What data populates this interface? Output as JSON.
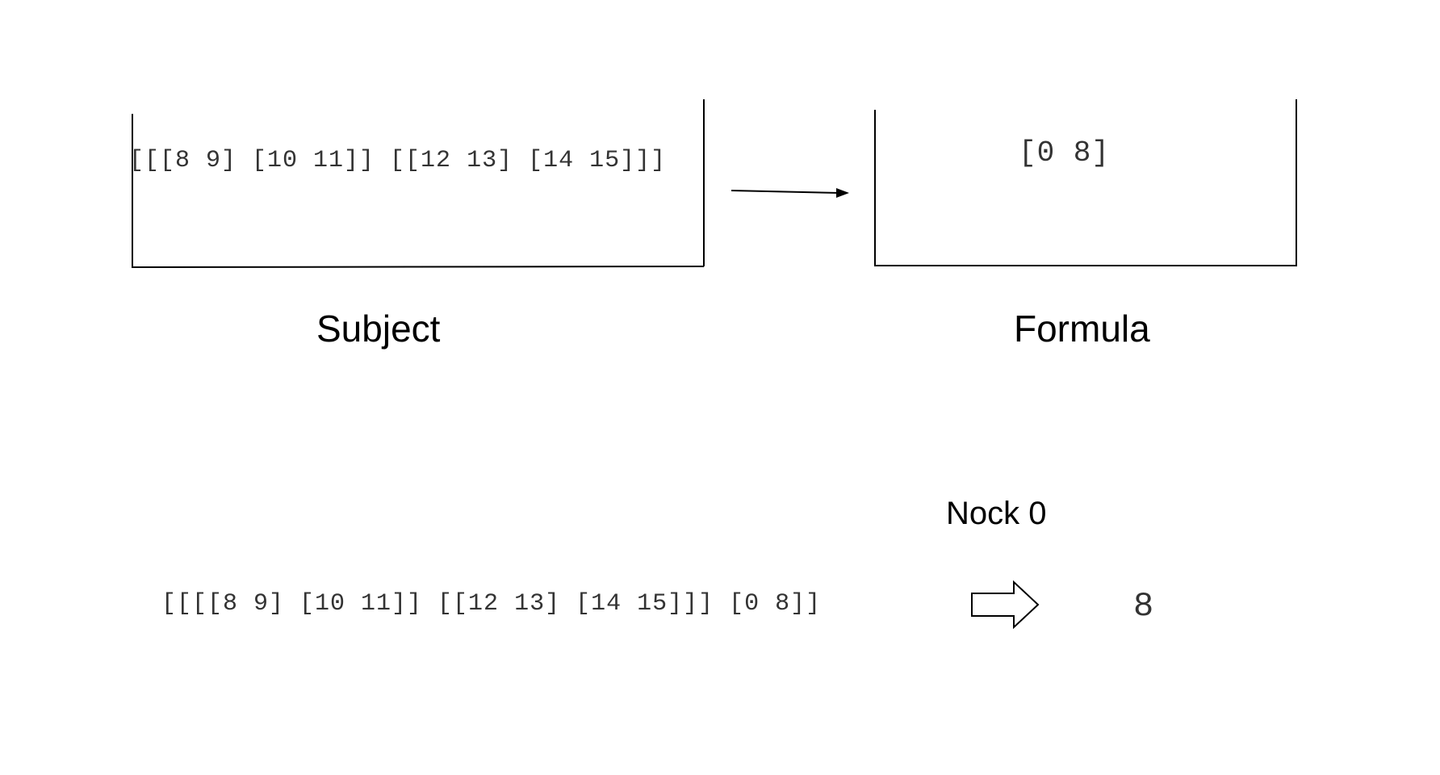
{
  "subject": {
    "content": "[[[8 9] [10 11]] [[12 13] [14 15]]]",
    "label": "Subject"
  },
  "formula": {
    "content": "[0 8]",
    "label": "Formula"
  },
  "evaluation": {
    "expression": "[[[[8 9] [10 11]] [[12 13] [14 15]]] [0 8]]",
    "operation_label": "Nock 0",
    "result": "8"
  }
}
